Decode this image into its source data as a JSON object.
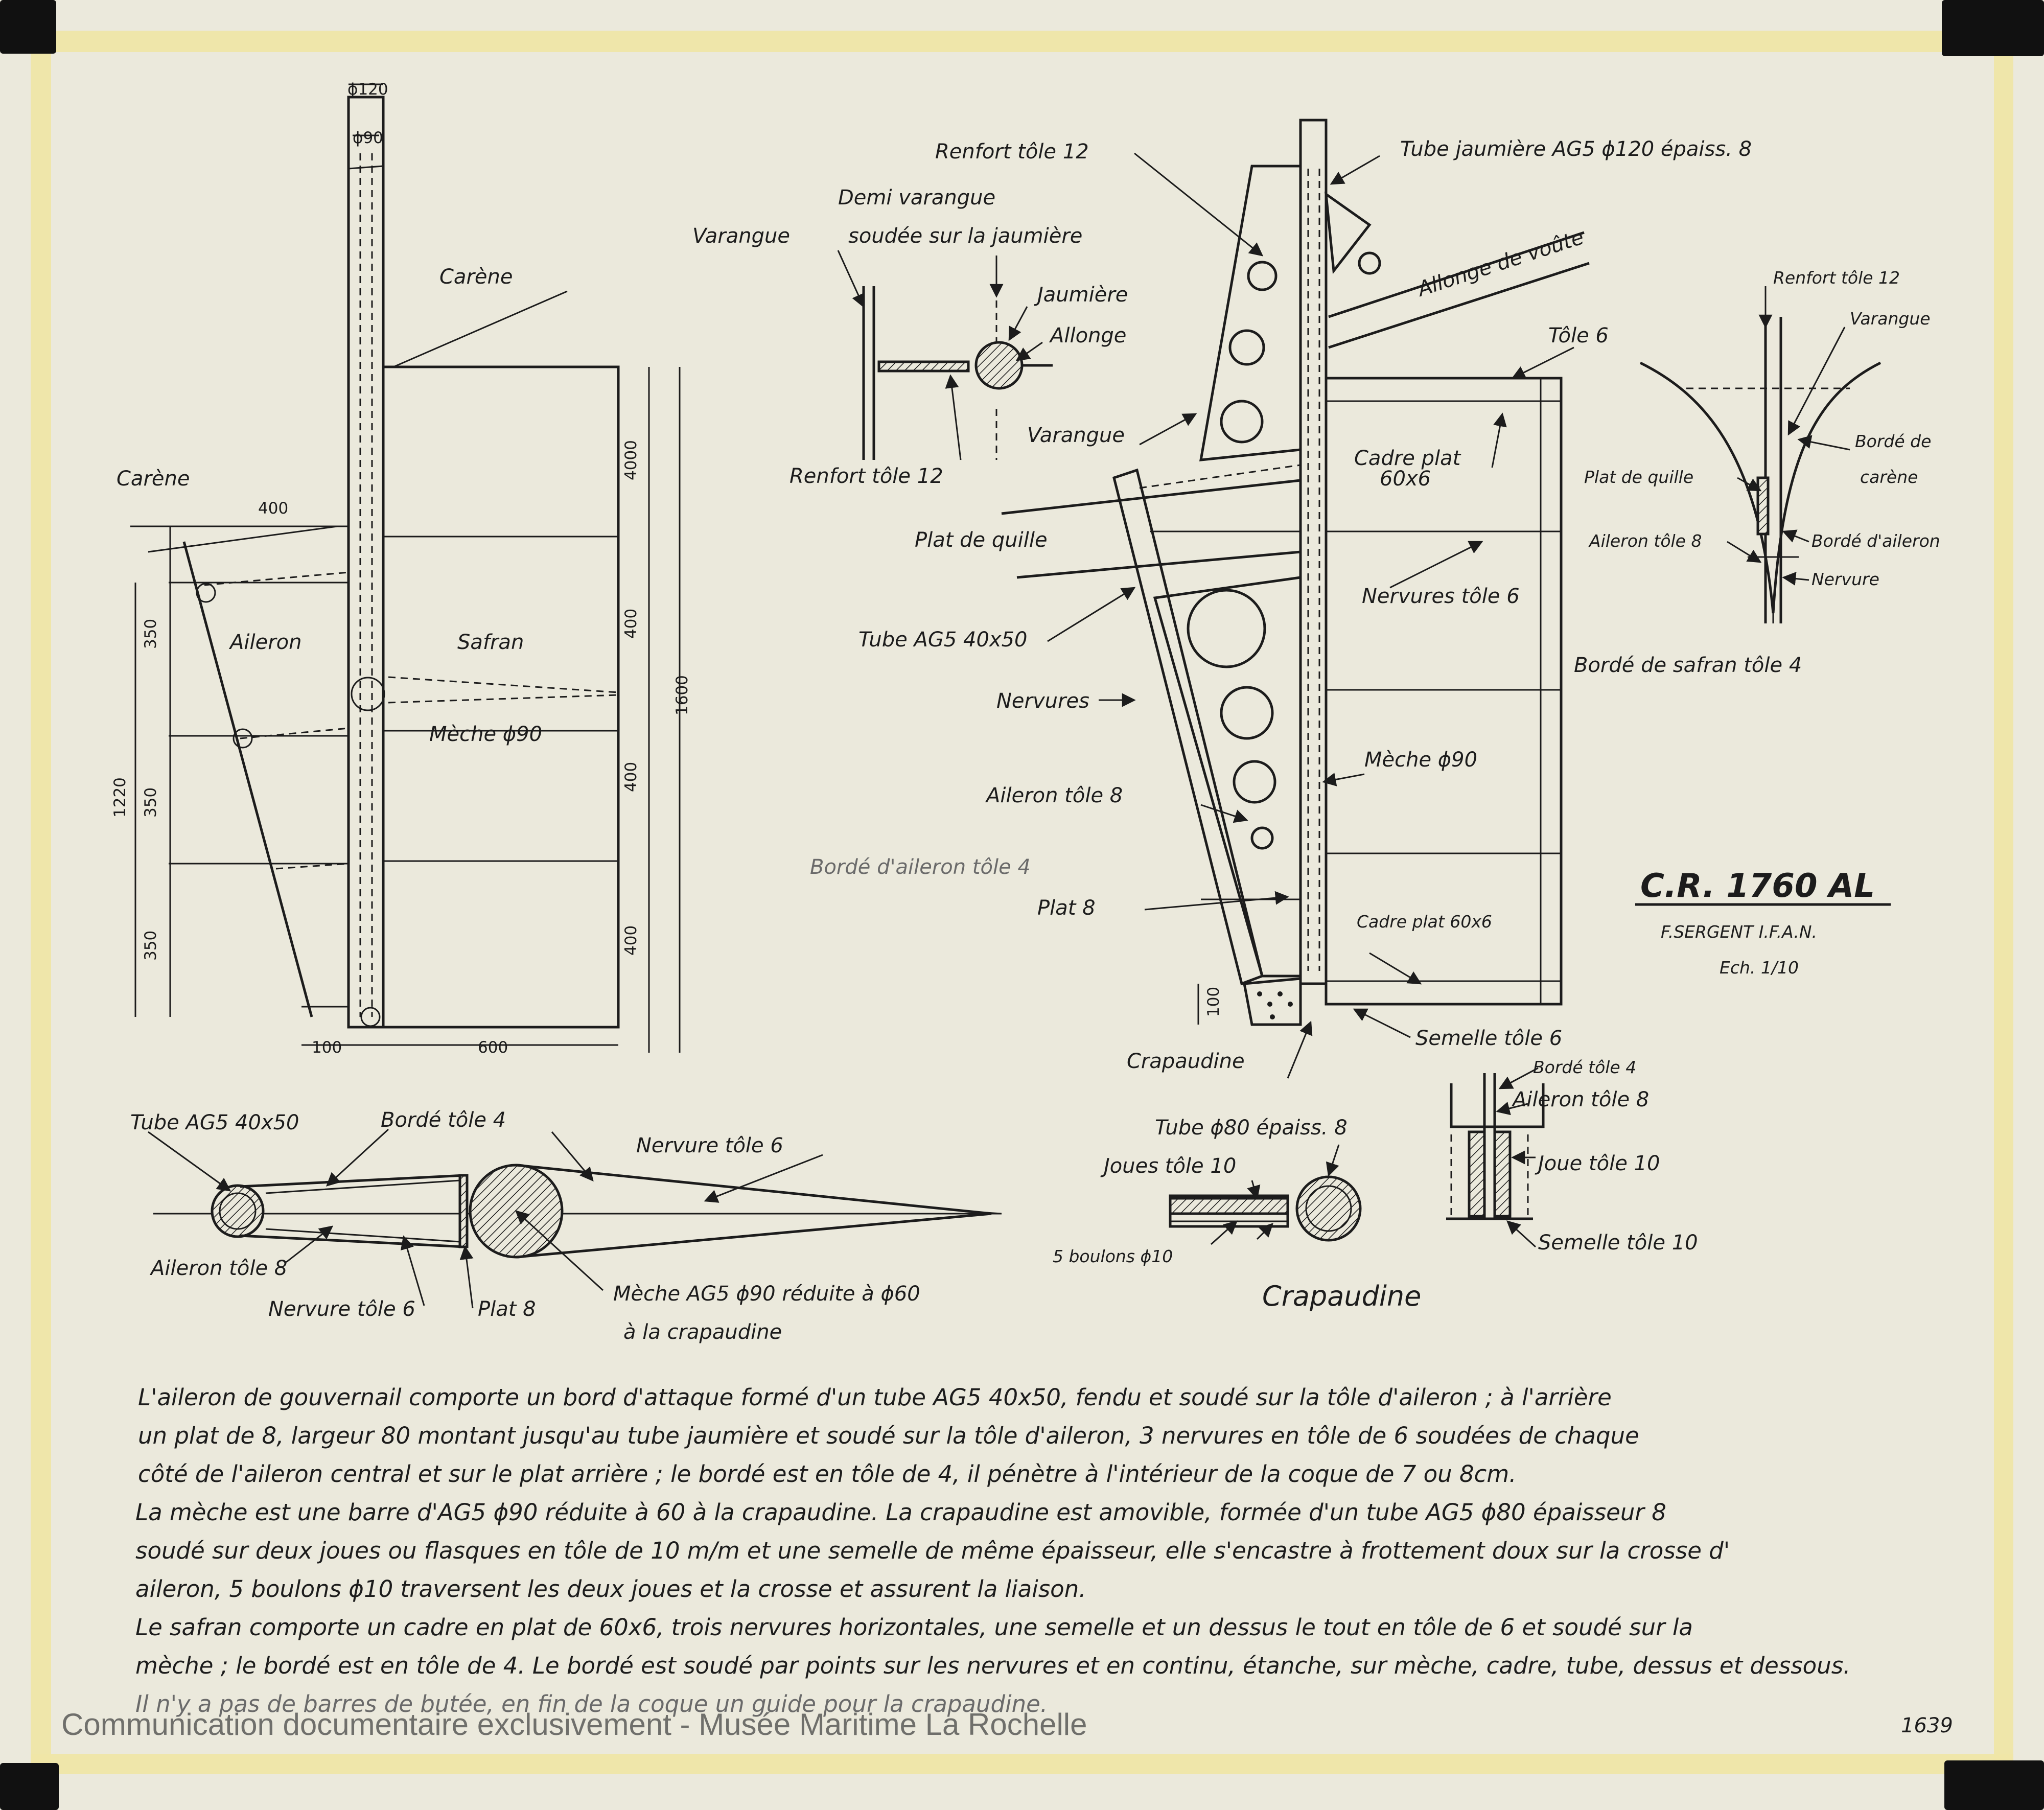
{
  "title_block": {
    "drawing_id": "C.R. 1760 AL",
    "author": "F.SERGENT I.F.A.N.",
    "scale": "Ech. 1/10"
  },
  "archive_number": "1639",
  "watermark": "Communication documentaire exclusivement - Musée Maritime La Rochelle",
  "side_view": {
    "labels": {
      "carene_top": "Carène",
      "carene_left": "Carène",
      "aileron": "Aileron",
      "safran": "Safran",
      "meche": "Mèche ϕ90"
    },
    "dims": {
      "d120": "ϕ120",
      "d90": "ϕ90",
      "w400": "400",
      "h350a": "350",
      "h350b": "350",
      "h350c": "350",
      "h1220": "1220",
      "h4000": "4000",
      "h400a": "400",
      "h400b": "400",
      "h400c": "400",
      "h1600": "1600",
      "w100": "100",
      "w600": "600"
    }
  },
  "varangue_detail": {
    "labels": {
      "demi_varangue": "Demi varangue",
      "soudee": "soudée sur la jaumière",
      "varangue": "Varangue",
      "jaumiere": "Jaumière",
      "allonge": "Allonge",
      "renfort": "Renfort tôle 12"
    }
  },
  "assembly": {
    "labels": {
      "renfort": "Renfort tôle 12",
      "tube_jaumiere": "Tube jaumière AG5 ϕ120 épaiss. 8",
      "allonge_voute": "Allonge de voûte",
      "tole6": "Tôle 6",
      "varangue": "Varangue",
      "cadre_plat": "Cadre plat",
      "cadre_plat_dim": "60x6",
      "plat_quille": "Plat de quille",
      "nervures_tole6": "Nervures tôle 6",
      "tube_ag5": "Tube AG5 40x50",
      "nervures": "Nervures",
      "borde_safran": "Bordé de safran tôle 4",
      "meche": "Mèche ϕ90",
      "aileron_tole8": "Aileron tôle 8",
      "borde_aileron": "Bordé d'aileron tôle 4",
      "plat8": "Plat 8",
      "cadre_plat_60": "Cadre plat 60x6",
      "crapaudine": "Crapaudine",
      "semelle": "Semelle tôle 6",
      "dim100": "100"
    }
  },
  "section_right": {
    "labels": {
      "renfort": "Renfort tôle 12",
      "varangue": "Varangue",
      "borde_carene_1": "Bordé de",
      "borde_carene_2": "carène",
      "plat_quille": "Plat de quille",
      "aileron": "Aileron tôle 8",
      "borde_aileron": "Bordé d'aileron",
      "nervure": "Nervure"
    }
  },
  "profile_section": {
    "labels": {
      "tube": "Tube AG5 40x50",
      "borde": "Bordé tôle 4",
      "nervure_top": "Nervure tôle 6",
      "aileron": "Aileron tôle 8",
      "nervure_bot": "Nervure tôle 6",
      "plat": "Plat 8",
      "meche_1": "Mèche AG5 ϕ90 réduite à ϕ60",
      "meche_2": "à la crapaudine"
    }
  },
  "crapaudine_detail": {
    "labels": {
      "tube": "Tube ϕ80 épaiss. 8",
      "joues": "Joues tôle 10",
      "boulons": "5 boulons ϕ10",
      "title": "Crapaudine"
    }
  },
  "joint_detail": {
    "labels": {
      "borde": "Bordé tôle 4",
      "aileron": "Aileron tôle 8",
      "joue": "Joue tôle 10",
      "semelle": "Semelle tôle 10"
    }
  },
  "notes": [
    "L'aileron de gouvernail comporte un bord d'attaque formé d'un tube AG5 40x50, fendu et soudé sur la tôle d'aileron ; à l'arrière",
    "un plat de 8, largeur 80 montant jusqu'au tube jaumière et soudé sur la tôle d'aileron, 3 nervures en tôle de 6 soudées de chaque",
    "côté de l'aileron central et sur le plat arrière ; le bordé est en tôle de 4, il pénètre à l'intérieur de la coque de 7 ou 8cm.",
    "La mèche est une barre d'AG5 ϕ90 réduite à 60 à la crapaudine. La crapaudine est amovible, formée d'un tube AG5 ϕ80 épaisseur 8",
    "soudé sur deux joues ou flasques en tôle de 10 m/m et une semelle de même épaisseur, elle s'encastre à frottement doux sur la crosse d'",
    "aileron, 5 boulons ϕ10 traversent les deux joues et la crosse et assurent la liaison.",
    "Le safran comporte un cadre en plat de 60x6, trois nervures horizontales, une semelle et un dessus le tout en tôle de 6 et soudé sur la",
    "mèche ; le bordé est en tôle de 4. Le bordé est soudé par points sur les nervures et en continu, étanche, sur mèche, cadre, tube, dessus et dessous.",
    "Il n'y a pas de barres de butée, en fin de la coque un guide pour la crapaudine."
  ],
  "colors": {
    "paper": "#ebe9dc",
    "tape": "#efe6a6",
    "ink": "#1c1c1c"
  }
}
